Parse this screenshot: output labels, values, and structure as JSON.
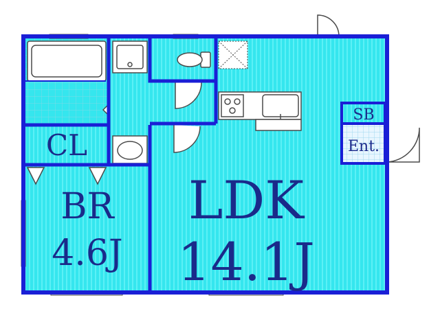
{
  "rooms": {
    "closet": {
      "label": "CL"
    },
    "bedroom": {
      "label": "BR",
      "size": "4.6J"
    },
    "ldk": {
      "label": "LDK",
      "size": "14.1J"
    },
    "shoe_box": {
      "label": "SB"
    },
    "entrance": {
      "label": "Ent."
    }
  },
  "colors": {
    "floor": "#35e6ee",
    "floor_stripe": "#5cf0f6",
    "wall": "#1a1fd6",
    "fixture_line": "#4a4a4a",
    "text": "#1a2a8a",
    "tile_line": "#7adbe6"
  }
}
